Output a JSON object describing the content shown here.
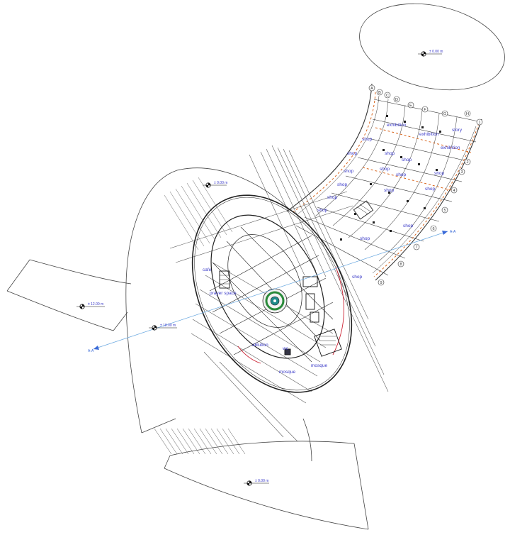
{
  "rooms": {
    "exhibition_1": "exhibition",
    "exhibition_2": "exhibition",
    "exhibition_3": "exhibition",
    "story": "story",
    "shop": "shop",
    "cafe": "cafe",
    "mosque_1": "mosque",
    "mosque_2": "mosque",
    "ablution": "ablution",
    "prayer_space": "prayer space",
    "wc": "wc"
  },
  "levels": {
    "top_ellipse": "± 0.00 m",
    "upper_left": "± 0.00 m",
    "left_wing": "± 12.00 m",
    "center_left": "± 18.00 m",
    "bottom": "± 0.00 m"
  },
  "section": {
    "start": "A-A",
    "end": "A-A"
  },
  "axes": {
    "letters": [
      "A",
      "B",
      "C",
      "D",
      "E",
      "F",
      "G",
      "H"
    ],
    "numbers": [
      "1",
      "2",
      "3",
      "4",
      "5",
      "6",
      "7",
      "8",
      "9"
    ]
  }
}
